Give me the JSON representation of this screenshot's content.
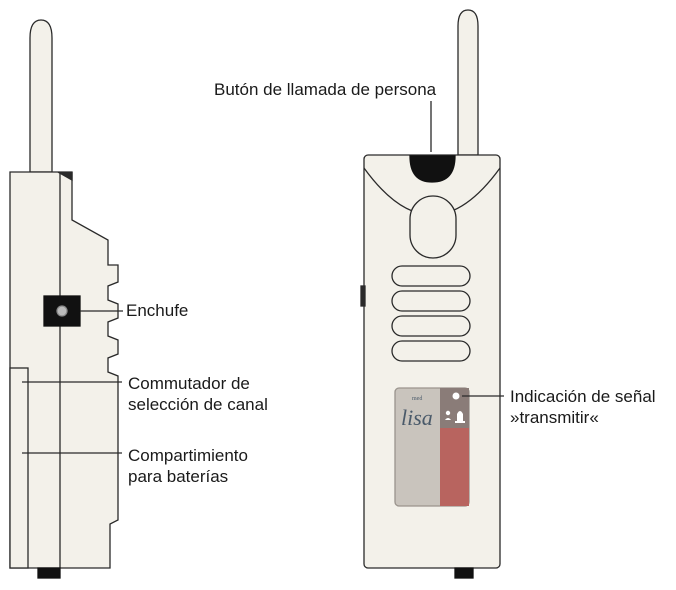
{
  "labels": {
    "caller_button": "Butón de llamada de persona",
    "socket": "Enchufe",
    "channel_switch": [
      "Commutador de",
      "selección de canal"
    ],
    "battery": [
      "Compartimiento",
      "para baterías"
    ],
    "transmit_signal": [
      "Indicación de señal",
      "»transmitir«"
    ]
  },
  "device": {
    "brand": "lisa",
    "brand_small": "med",
    "body_color": "#f3f1ea",
    "outline_color": "#2a2a2a",
    "button_color": "#111111",
    "panel_grey": "#c9c4bd",
    "panel_red": "#b8645f",
    "panel_dark": "#8a7c78"
  }
}
